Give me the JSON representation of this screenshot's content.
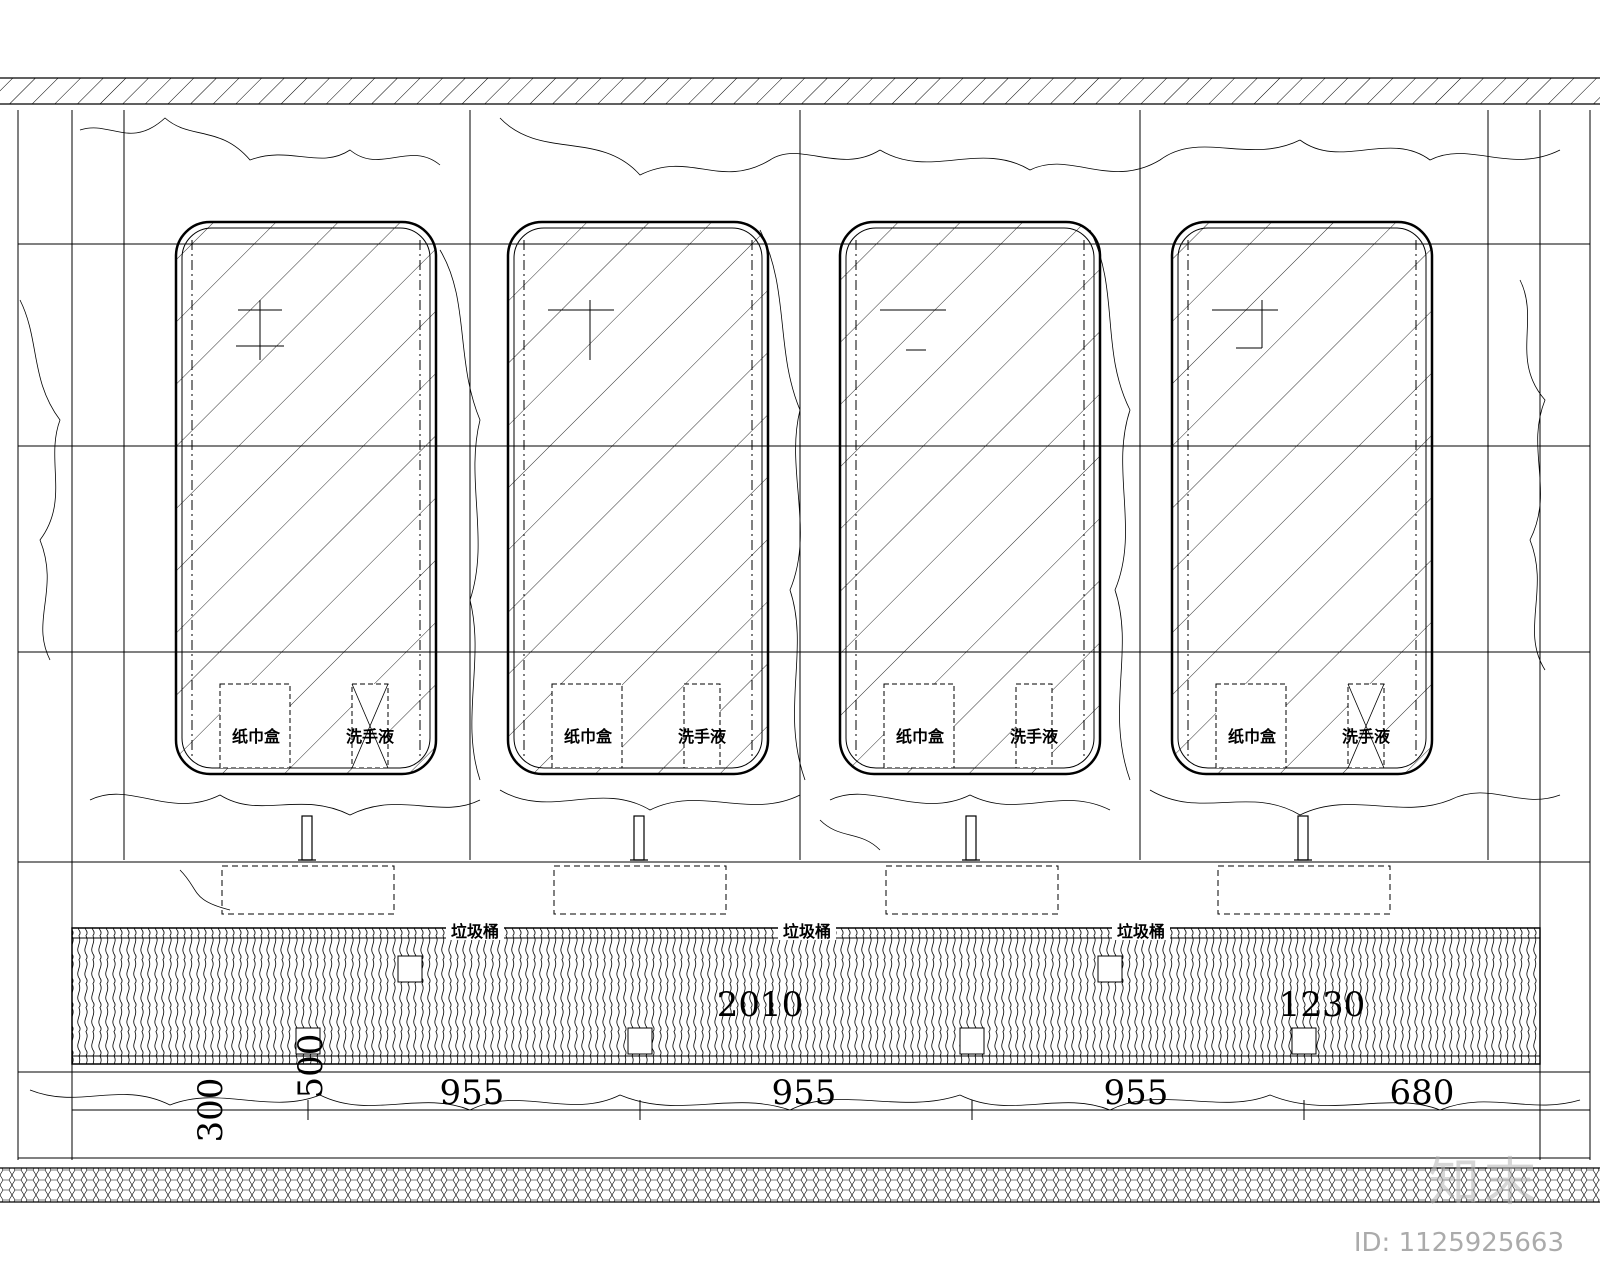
{
  "labels": {
    "tissue_box": "纸巾盒",
    "hand_soap": "洗手液",
    "trash_bin": "垃圾桶"
  },
  "dimensions": {
    "d2010": "2010",
    "d1230": "1230",
    "d955_1": "955",
    "d955_2": "955",
    "d955_3": "955",
    "d680": "680",
    "d300": "300",
    "d500": "500"
  },
  "watermark": {
    "logo": "知末",
    "id": "ID: 1125925663"
  }
}
